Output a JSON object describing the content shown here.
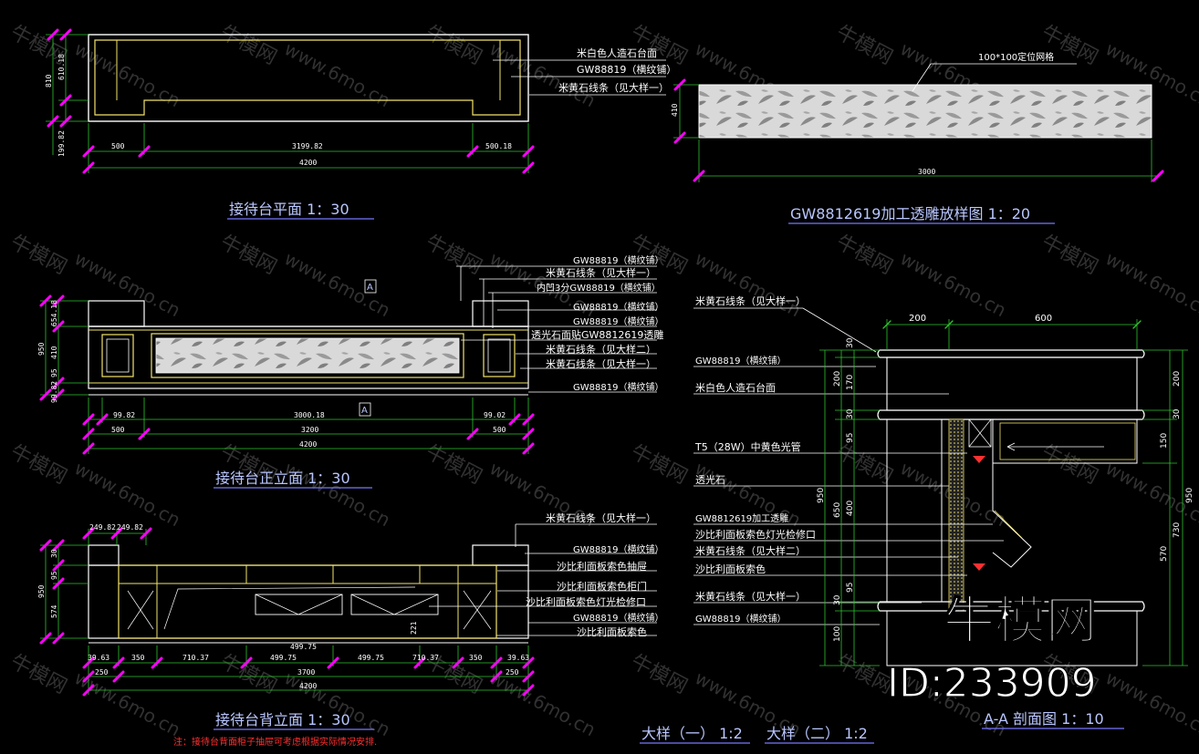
{
  "colors": {
    "background": "#000000",
    "outline": "#ffffff",
    "detail": "#f2e36b",
    "dimension": "#2ec32e",
    "marker": "#ff00ff",
    "title": "#b9c6ff",
    "title_underline": "#7777ff",
    "callout": "#ffffff",
    "note": "#ff3030",
    "watermark": "#666666"
  },
  "plan": {
    "title": "接待台平面  1：30",
    "callouts": [
      "米白色人造石台面",
      "GW88819（横纹铺）",
      "米黄石线条（见大样一）"
    ],
    "dims_bottom": [
      "500",
      "3199.82",
      "500.18"
    ],
    "dim_total": "4200",
    "dims_left": [
      "810",
      "610.18",
      "199.82"
    ]
  },
  "carve": {
    "title": "GW8812619加工透雕放样图  1：20",
    "grid_label": "100*100定位网格",
    "dim_width": "3000",
    "dim_height": "410"
  },
  "front": {
    "title": "接待台正立面  1：30",
    "section_mark": "A",
    "callouts": [
      "GW88819（横纹铺）",
      "米黄石线条（见大样一）",
      "内凹3分GW88819（横纹铺）",
      "GW88819（横纹铺）",
      "GW88819（横纹铺）",
      "透光石面贴GW8812619透雕",
      "米黄石线条（见大样二）",
      "米黄石线条（见大样一）",
      "GW88819（横纹铺）"
    ],
    "dims_inner": [
      "99.82",
      "3000.18",
      "99.02"
    ],
    "dims_mid": [
      "500",
      "3200",
      "500"
    ],
    "dim_total": "4200",
    "dims_left": [
      "950",
      "654.18",
      "410",
      "95",
      "99.82"
    ]
  },
  "back": {
    "title": "接待台背立面  1：30",
    "top_dims": [
      "249.82",
      "249.82"
    ],
    "callouts": [
      "米黄石线条（见大样一）",
      "GW88819（横纹铺）",
      "沙比利面板索色抽屉",
      "沙比利面板索色柜门",
      "沙比利面板索色灯光检修口",
      "GW88819（横纹铺）",
      "沙比利面板索色"
    ],
    "dims_bottom": [
      "39.63",
      "350",
      "710.37",
      "499.75",
      "499.75",
      "499.75",
      "710.37",
      "350",
      "39.63"
    ],
    "dims_mid": [
      "250",
      "3700",
      "250"
    ],
    "dim_total": "4200",
    "dims_left": [
      "950",
      "574",
      "95",
      "30"
    ],
    "dim_inner": "221"
  },
  "section": {
    "title": "A-A 剖面图  1：10",
    "callouts_left": [
      "米黄石线条（见大样一）",
      "GW88819（横纹铺）",
      "米白色人造石台面",
      "T5（28W）中黄色光管",
      "透光石",
      "GW8812619加工透雕",
      "沙比利面板索色灯光检修口",
      "米黄石线条（见大样二）",
      "沙比利面板索色",
      "米黄石线条（见大样一）",
      "GW88819（横纹铺）"
    ],
    "dims_top": [
      "200",
      "600"
    ],
    "dims_left": [
      "30",
      "200",
      "170",
      "30",
      "95",
      "950",
      "650",
      "400",
      "95",
      "30",
      "100"
    ],
    "dims_right": [
      "200",
      "30",
      "150",
      "950",
      "730",
      "570"
    ]
  },
  "details": {
    "title_1": "大样（一）  1:2",
    "title_2": "大样（二）  1:2"
  },
  "note": "注：接待台背面柜子抽屉可考虑根据实际情况安排.",
  "brand": {
    "logo": "牛模网",
    "id": "ID:233909",
    "watermark_cn": "牛模网",
    "watermark_url": "www.6mo.cn"
  }
}
